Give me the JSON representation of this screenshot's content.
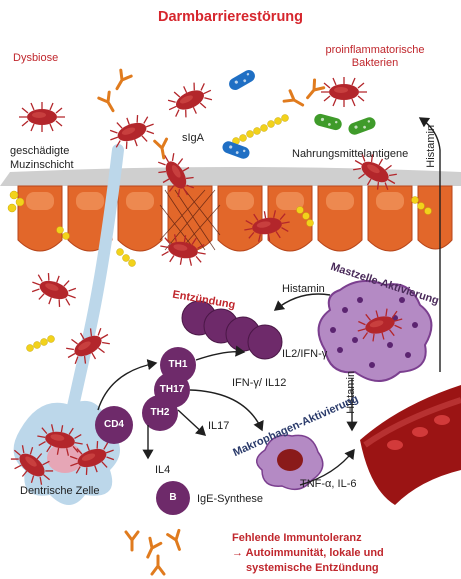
{
  "title": "Darmbarrierestörung",
  "labels": {
    "dysbiose": "Dysbiose",
    "proinflammatorische_line1": "proinflammatorische",
    "proinflammatorische_line2": "Bakterien",
    "muzin_line1": "geschädigte",
    "muzin_line2": "Muzinschicht",
    "siga": "sIgA",
    "nahrungsmittelantigene": "Nahrungsmittelantigene",
    "histamin_right": "Histamin",
    "histamin_mid": "Histamin",
    "histamin_vertical": "Histamin",
    "entzuendung": "Entzündung",
    "mastzelle": "Mastzelle-Aktivierung",
    "il2_ifn": "IL2/IFN-γ",
    "ifn_il12": "IFN-γ/ IL12",
    "il17": "IL17",
    "il4": "IL4",
    "makrophagen": "Makrophagen-Aktivierung",
    "tnf_il6": "TNF-α, IL-6",
    "ige": "IgE-Synthese",
    "dentritische": "Dentrische Zelle",
    "footer_line1": "Fehlende Immuntoleranz",
    "footer_line2": "→ Autoimmunität, lokale und",
    "footer_line3": "systemische Entzündung"
  },
  "cells": {
    "cd4": "CD4",
    "th1": "TH1",
    "th17": "TH17",
    "th2": "TH2",
    "b": "B"
  },
  "colors": {
    "title_red": "#d6262d",
    "villi_orange": "#e2672a",
    "bacteria_red": "#b3262b",
    "mast_purple": "#7b3f8f",
    "tcell_purple": "#6e2a6a",
    "vessel_red": "#9b1414",
    "mucus_yellow": "#f2d21b",
    "dendritic_blue": "#bcd7ea"
  }
}
